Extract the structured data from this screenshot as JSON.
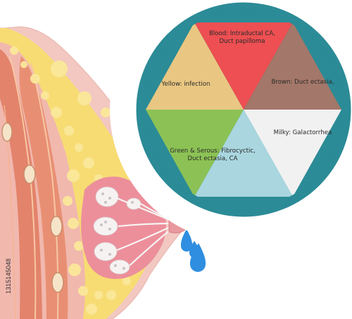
{
  "colors": {
    "ring": "#2b8b96",
    "yellow": "#e9c782",
    "red": "#ed4f52",
    "brown": "#a37769",
    "milky": "#f1f1f1",
    "blue": "#a9d6df",
    "green": "#8cc255",
    "skin": "#f2c8c1",
    "fat": "#f7dc74",
    "muscle": "#e3836b",
    "drop": "#2f8ee0"
  },
  "legend": {
    "blood": {
      "line1": "Blood: Intraductal CA,",
      "line2": "Duct papilloma"
    },
    "yellow": "Yellow: infection",
    "brown": "Brown: Duct ectasia,",
    "green": {
      "line1": "Green & Serous: Fibrocyctic,",
      "line2": "Duct ectasia, CA"
    },
    "milky": "Milky: Galactorrhea"
  },
  "watermark": {
    "side_id": "1315145048"
  }
}
